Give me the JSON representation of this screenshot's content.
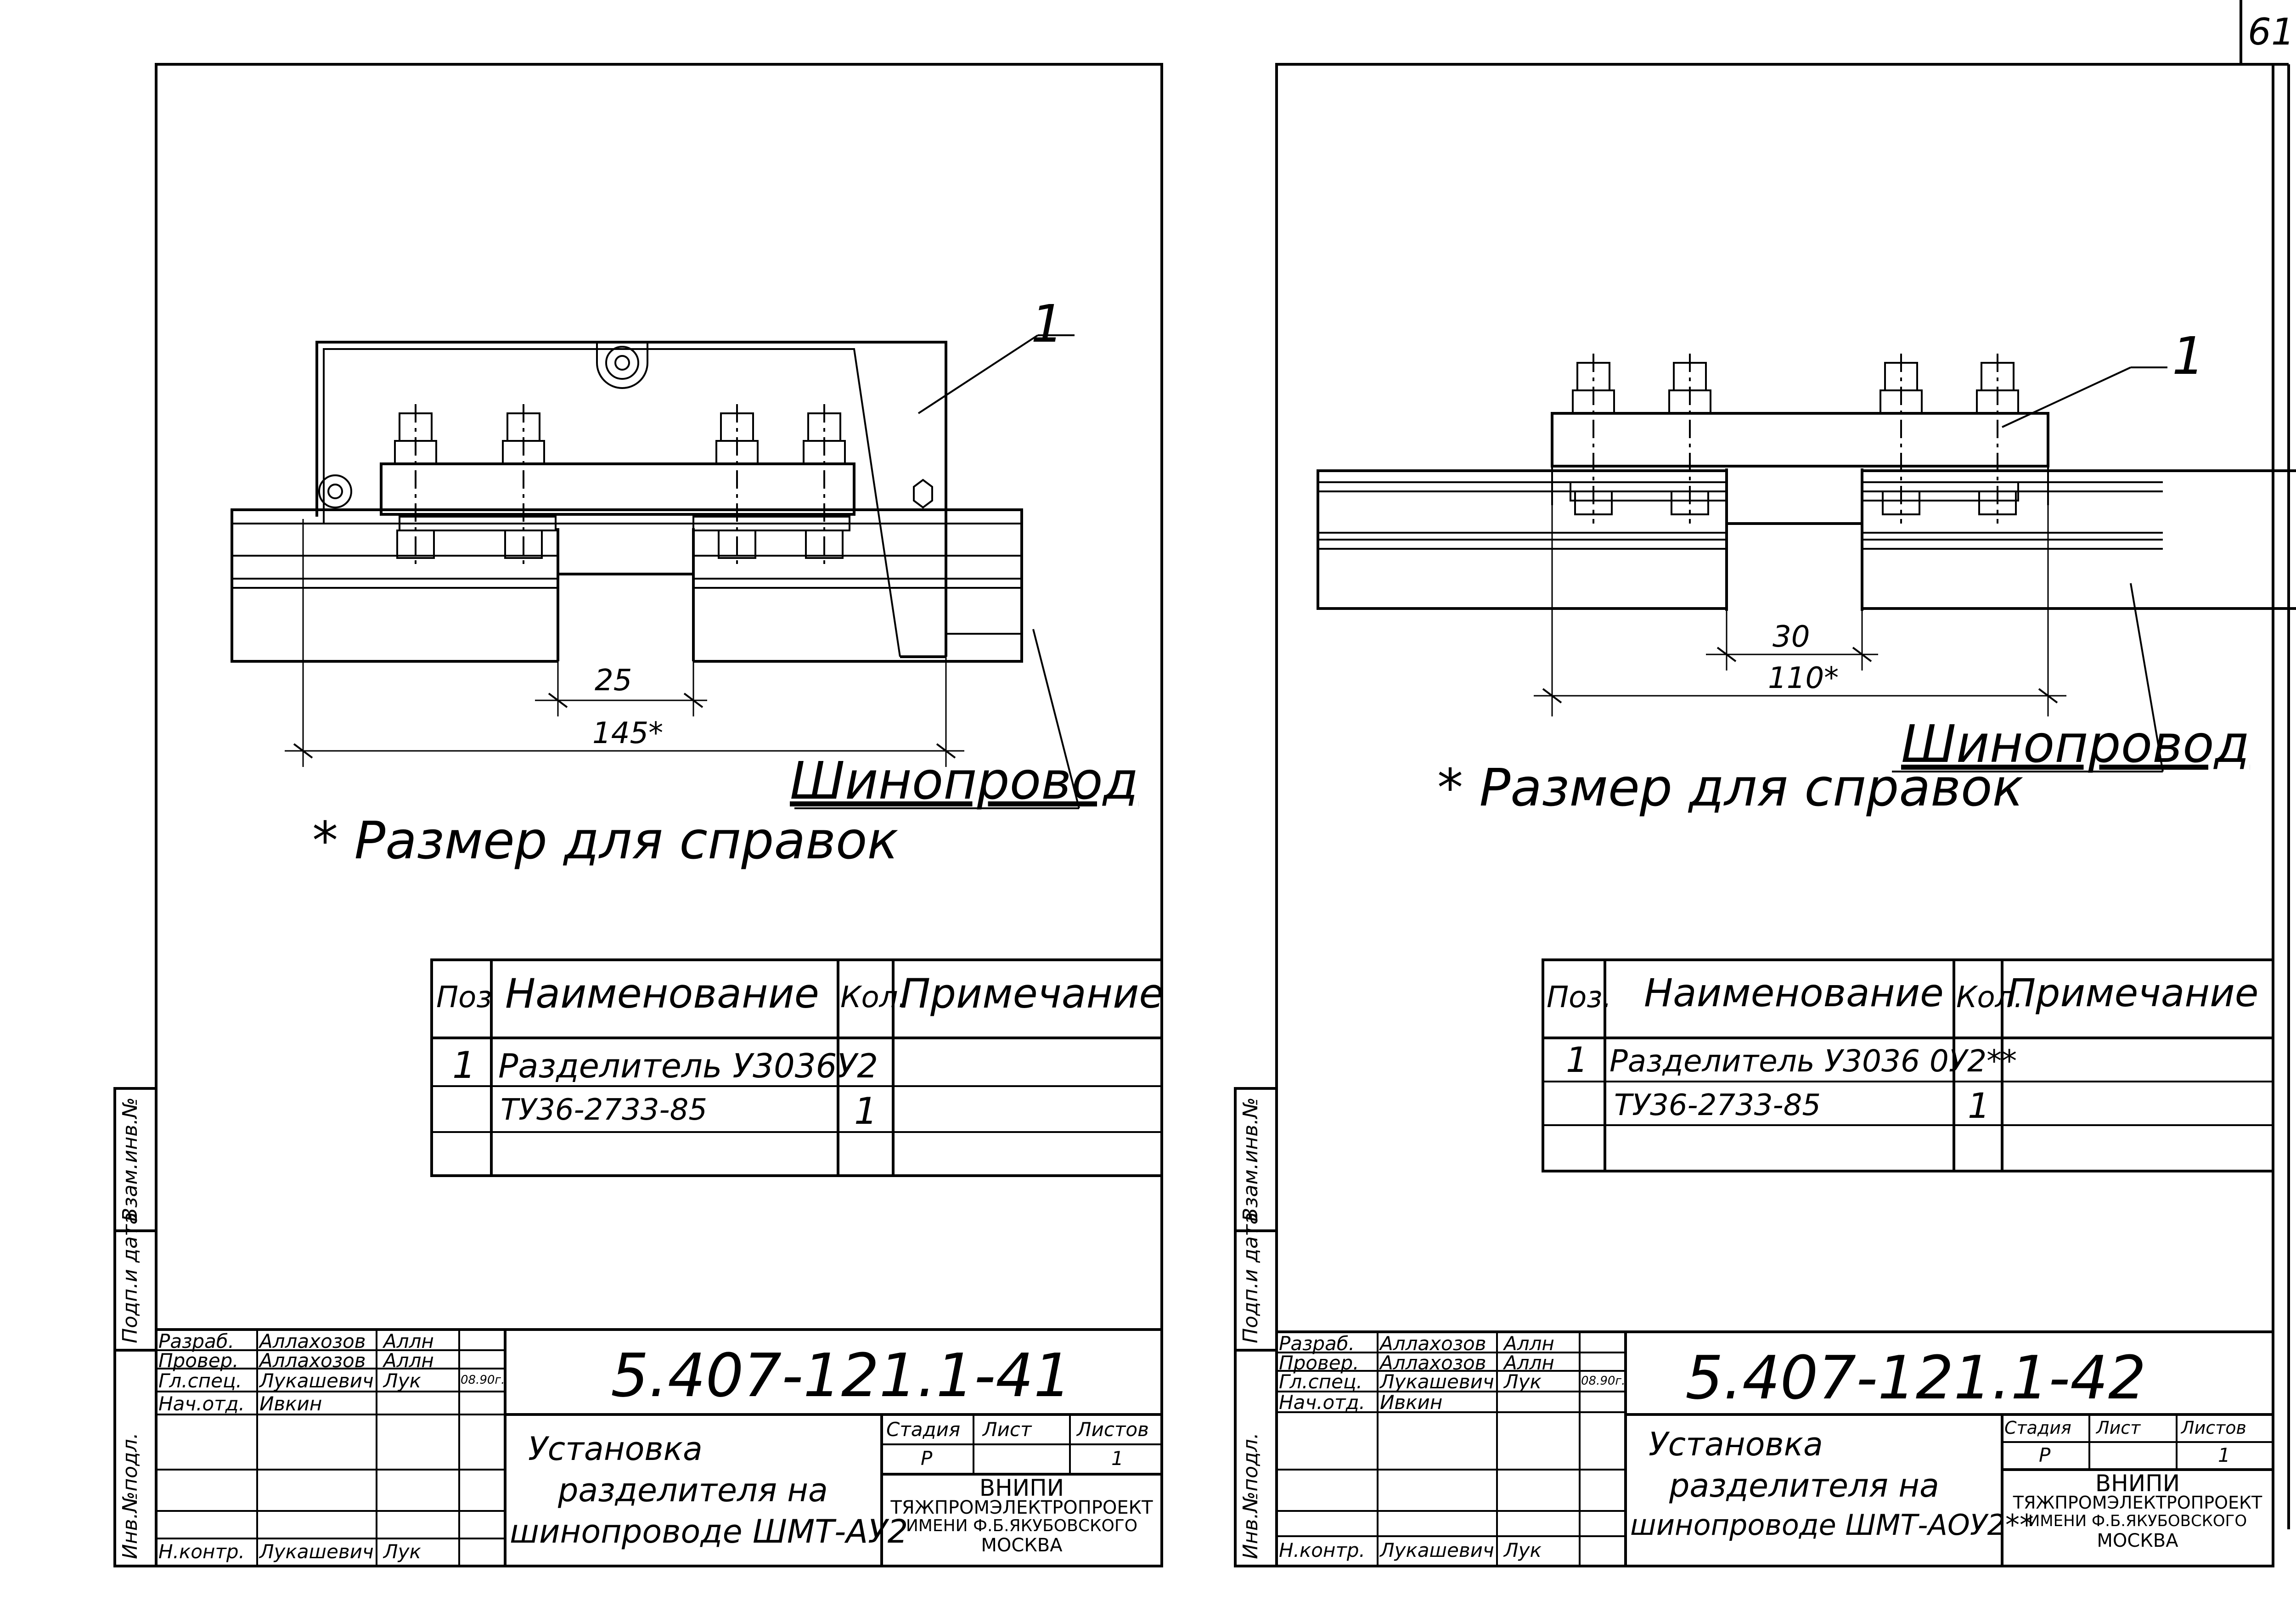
{
  "sheet_number": "61",
  "sheets": [
    {
      "drawing": {
        "part_label": "1",
        "dim_gap": "25",
        "dim_total": "145*",
        "busbar_label": "Шинопровод",
        "footnote": "* Размер для справок"
      },
      "spec": {
        "headers": {
          "pos": "Поз",
          "name": "Наименование",
          "qty": "Кол.",
          "note": "Примечание"
        },
        "rows": [
          {
            "pos": "1",
            "name": "Разделитель У3036У2",
            "qty": "",
            "note": ""
          },
          {
            "pos": "",
            "name": "ТУ36-2733-85",
            "qty": "1",
            "note": ""
          },
          {
            "pos": "",
            "name": "",
            "qty": "",
            "note": ""
          }
        ]
      },
      "side_stamp": {
        "col1": "Инв.№подл.",
        "col2": "Подп.и дата",
        "col3": "Взам.инв.№"
      },
      "title_block": {
        "doc_code": "5.407-121.1-41",
        "people": [
          {
            "role": "Разраб.",
            "name": "Аллахозов",
            "sign": "Аллн",
            "date": ""
          },
          {
            "role": "Провер.",
            "name": "Аллахозов",
            "sign": "Аллн",
            "date": ""
          },
          {
            "role": "Гл.спец.",
            "name": "Лукашевич",
            "sign": "Лук",
            "date": "08.90г."
          },
          {
            "role": "Нач.отд.",
            "name": "Ивкин",
            "sign": "",
            "date": ""
          },
          {
            "role": "",
            "name": "",
            "sign": "",
            "date": ""
          },
          {
            "role": "",
            "name": "",
            "sign": "",
            "date": ""
          },
          {
            "role": "Н.контр.",
            "name": "Лукашевич",
            "sign": "Лук",
            "date": ""
          }
        ],
        "title_lines": [
          "Установка",
          "разделителя на",
          "шинопроводе ШМТ-АУ2"
        ],
        "stage_header": "Стадия",
        "sheet_header": "Лист",
        "sheets_header": "Листов",
        "stage_value": "Р",
        "sheet_value": "",
        "sheets_value": "1",
        "org_lines": [
          "ВНИПИ",
          "ТЯЖПРОМЭЛЕКТРОПРОЕКТ",
          "ИМЕНИ Ф.Б.ЯКУБОВСКОГО",
          "МОСКВА"
        ]
      }
    },
    {
      "drawing": {
        "part_label": "1",
        "dim_gap": "30",
        "dim_total": "110*",
        "busbar_label": "Шинопровод",
        "footnote": "* Размер для справок"
      },
      "spec": {
        "headers": {
          "pos": "Поз.",
          "name": "Наименование",
          "qty": "Кол.",
          "note": "Примечание"
        },
        "rows": [
          {
            "pos": "1",
            "name": "Разделитель У3036 0У2**",
            "qty": "",
            "note": ""
          },
          {
            "pos": "",
            "name": "ТУ36-2733-85",
            "qty": "1",
            "note": ""
          },
          {
            "pos": "",
            "name": "",
            "qty": "",
            "note": ""
          }
        ]
      },
      "side_stamp": {
        "col1": "Инв.№подл.",
        "col2": "Подп.и дата",
        "col3": "Взам.инв.№"
      },
      "title_block": {
        "doc_code": "5.407-121.1-42",
        "people": [
          {
            "role": "Разраб.",
            "name": "Аллахозов",
            "sign": "Аллн",
            "date": ""
          },
          {
            "role": "Провер.",
            "name": "Аллахозов",
            "sign": "Аллн",
            "date": ""
          },
          {
            "role": "Гл.спец.",
            "name": "Лукашевич",
            "sign": "Лук",
            "date": "08.90г."
          },
          {
            "role": "Нач.отд.",
            "name": "Ивкин",
            "sign": "",
            "date": ""
          },
          {
            "role": "",
            "name": "",
            "sign": "",
            "date": ""
          },
          {
            "role": "",
            "name": "",
            "sign": "",
            "date": ""
          },
          {
            "role": "Н.контр.",
            "name": "Лукашевич",
            "sign": "Лук",
            "date": ""
          }
        ],
        "title_lines": [
          "Установка",
          "разделителя на",
          "шинопроводе ШМТ-АОУ2**"
        ],
        "stage_header": "Стадия",
        "sheet_header": "Лист",
        "sheets_header": "Листов",
        "stage_value": "Р",
        "sheet_value": "",
        "sheets_value": "1",
        "org_lines": [
          "ВНИПИ",
          "ТЯЖПРОМЭЛЕКТРОПРОЕКТ",
          "ИМЕНИ Ф.Б.ЯКУБОВСКОГО",
          "МОСКВА"
        ]
      }
    }
  ]
}
